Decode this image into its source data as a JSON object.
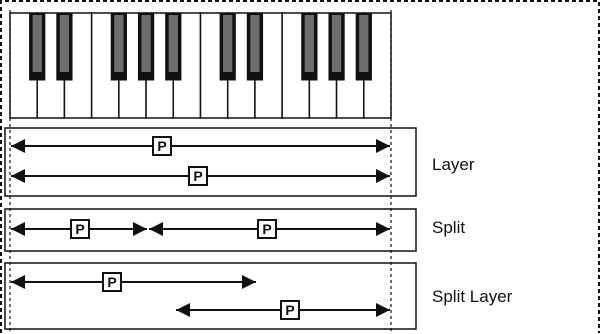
{
  "modes": [
    {
      "label": "Layer",
      "zones": [
        {
          "program": "P"
        },
        {
          "program": "P"
        }
      ]
    },
    {
      "label": "Split",
      "zones": [
        {
          "program": "P"
        },
        {
          "program": "P"
        }
      ]
    },
    {
      "label": "Split Layer",
      "zones": [
        {
          "program": "P"
        },
        {
          "program": "P"
        }
      ]
    }
  ],
  "keyboard": {
    "white_key_count": 14,
    "black_key_count": 10
  },
  "colors": {
    "ink": "#111111",
    "paper": "#ffffff"
  }
}
